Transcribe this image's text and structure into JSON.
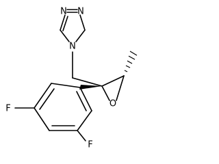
{
  "molecule": {
    "atoms": {
      "n1": "N",
      "n2": "N",
      "n4": "N",
      "o_epoxide": "O",
      "f_para": "F",
      "f_ortho": "F"
    }
  }
}
